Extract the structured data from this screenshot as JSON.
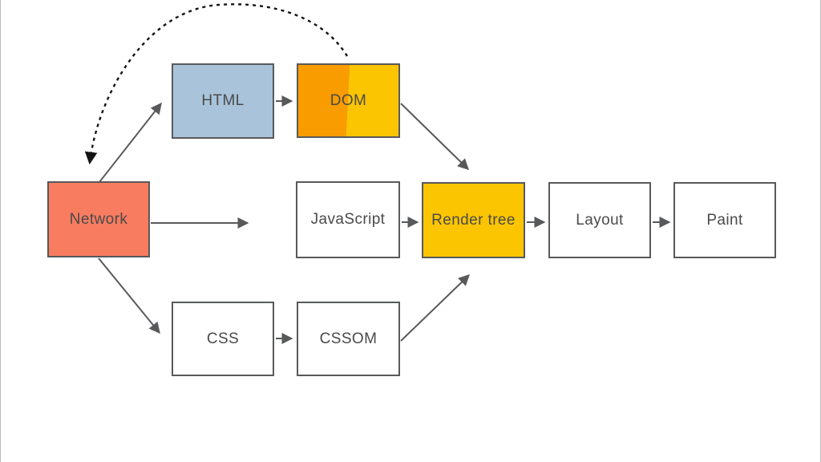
{
  "colors": {
    "box_border": "#58595B",
    "text": "#4A4A4A",
    "arrow": "#58595B",
    "dashed_arrow": "#141414",
    "frame_edge": "#BDBDBD",
    "network": "#F87C60",
    "html": "#A9C4DA",
    "dom_left": "#F89C00",
    "dom_right": "#FCC502",
    "render_tree": "#FCC502",
    "plain": "#FFFFFF"
  },
  "nodes": {
    "network": {
      "label": "Network",
      "fill": "network"
    },
    "html": {
      "label": "HTML",
      "fill": "html"
    },
    "dom": {
      "label": "DOM",
      "fill_left": "dom_left",
      "fill_right": "dom_right"
    },
    "javascript": {
      "label": "JavaScript",
      "fill": "plain"
    },
    "render_tree": {
      "label": "Render tree",
      "fill": "render_tree"
    },
    "layout": {
      "label": "Layout",
      "fill": "plain"
    },
    "paint": {
      "label": "Paint",
      "fill": "plain"
    },
    "css": {
      "label": "CSS",
      "fill": "plain"
    },
    "cssom": {
      "label": "CSSOM",
      "fill": "plain"
    }
  },
  "edges": [
    {
      "from": "network",
      "to": "html",
      "style": "solid"
    },
    {
      "from": "html",
      "to": "dom",
      "style": "solid"
    },
    {
      "from": "network",
      "to": "javascript",
      "style": "solid"
    },
    {
      "from": "network",
      "to": "css",
      "style": "solid"
    },
    {
      "from": "css",
      "to": "cssom",
      "style": "solid"
    },
    {
      "from": "dom",
      "to": "render_tree",
      "style": "solid"
    },
    {
      "from": "cssom",
      "to": "render_tree",
      "style": "solid"
    },
    {
      "from": "javascript",
      "to": "render_tree",
      "style": "solid"
    },
    {
      "from": "render_tree",
      "to": "layout",
      "style": "solid"
    },
    {
      "from": "layout",
      "to": "paint",
      "style": "solid"
    },
    {
      "from": "dom",
      "to": "network",
      "style": "dashed"
    }
  ]
}
